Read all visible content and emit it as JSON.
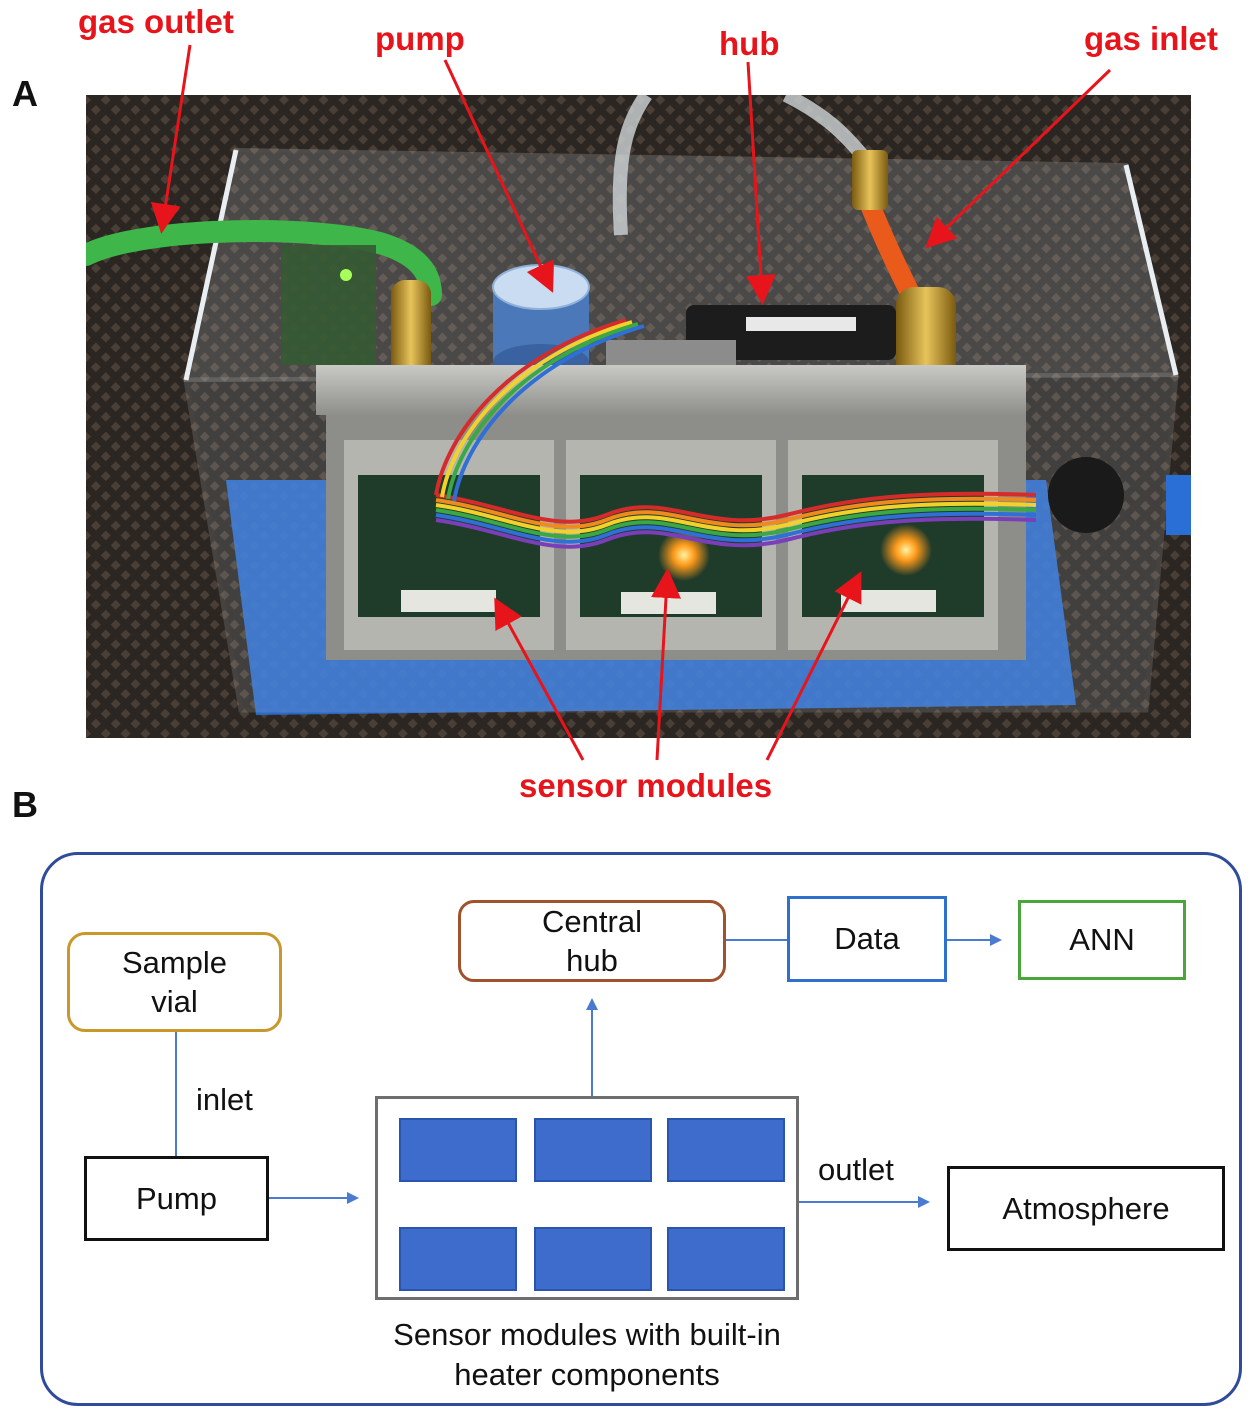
{
  "panels": {
    "a": "A",
    "b": "B"
  },
  "photo_labels": {
    "gas_outlet": "gas outlet",
    "pump": "pump",
    "hub": "hub",
    "gas_inlet": "gas inlet",
    "sensor_modules": "sensor modules"
  },
  "diagram": {
    "sample_vial": "Sample vial",
    "pump": "Pump",
    "central_hub": "Central hub",
    "data": "Data",
    "ann": "ANN",
    "atmosphere": "Atmosphere",
    "inlet": "inlet",
    "outlet": "outlet",
    "sensor_caption_line1": "Sensor modules with built-in",
    "sensor_caption_line2": "heater components"
  },
  "colors": {
    "label_red": "#e8141b",
    "frame_blue": "#2f4b9a",
    "arrow_blue": "#4a7bd0",
    "module_blue": "#3e6ccd",
    "vial_border": "#c8982a",
    "hub_border": "#a0522d",
    "data_border": "#2f6fce",
    "ann_border": "#4aa53a"
  }
}
